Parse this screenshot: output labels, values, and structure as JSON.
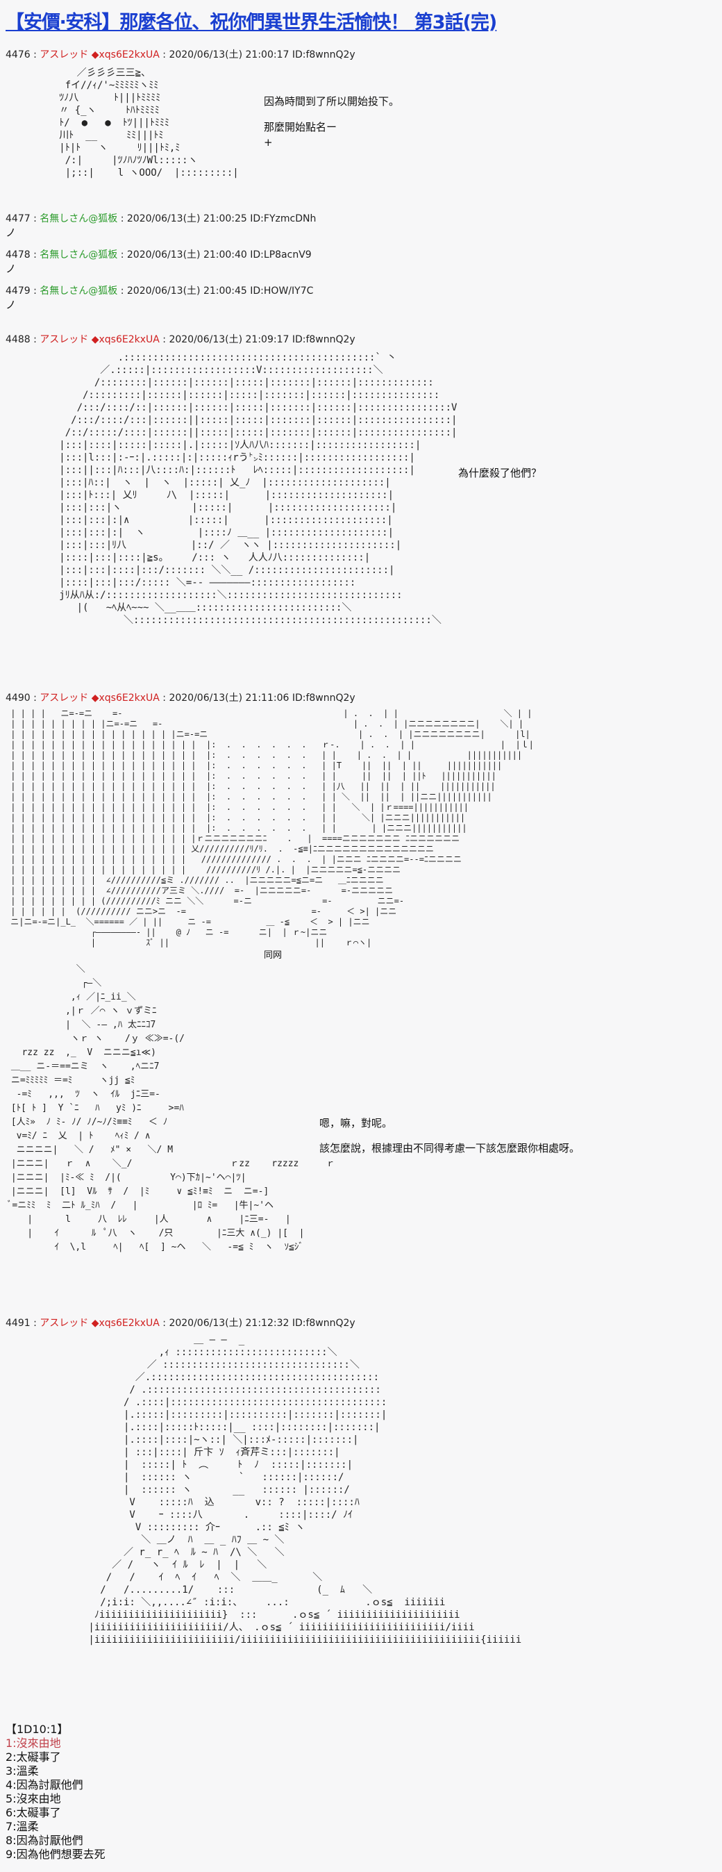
{
  "title": "【安價‧安科】那麼各位、祝你們異世界生活愉快！ 第3話(完)",
  "posts": [
    {
      "num": "4476",
      "sep": " : ",
      "name": "アスレッド",
      "trip": "◆xqs6E2kxUA",
      "meta": " : 2020/06/13(土) 21:00:17 ID:f8wnnQ2y"
    },
    {
      "num": "4477",
      "sep": " : ",
      "name": "名無しさん@狐板",
      "meta": " : 2020/06/13(土) 21:00:25 ID:FYzmcDNh",
      "body": "ノ"
    },
    {
      "num": "4478",
      "sep": " : ",
      "name": "名無しさん@狐板",
      "meta": " : 2020/06/13(土) 21:00:40 ID:LP8acnV9",
      "body": "ノ"
    },
    {
      "num": "4479",
      "sep": " : ",
      "name": "名無しさん@狐板",
      "meta": " : 2020/06/13(土) 21:00:45 ID:HOW/IY7C",
      "body": "ノ"
    },
    {
      "num": "4488",
      "sep": " : ",
      "name": "アスレッド",
      "trip": "◆xqs6E2kxUA",
      "meta": " : 2020/06/13(土) 21:09:17 ID:f8wnnQ2y"
    },
    {
      "num": "4490",
      "sep": " : ",
      "name": "アスレッド",
      "trip": "◆xqs6E2kxUA",
      "meta": " : 2020/06/13(土) 21:11:06 ID:f8wnnQ2y"
    },
    {
      "num": "4491",
      "sep": " : ",
      "name": "アスレッド",
      "trip": "◆xqs6E2kxUA",
      "meta": " : 2020/06/13(土) 21:12:32 ID:f8wnnQ2y"
    }
  ],
  "dialogue": {
    "d1": "因為時間到了所以開始投下。",
    "d2": "那麼開始點名ー",
    "d2b": "+",
    "d3": "為什麼殺了他們？",
    "d4": "同网",
    "d5": "嗯，嘛，對呢。",
    "d6": "該怎麼說，根據理由不同得考慮一下該怎麼跟你相處呀。"
  },
  "aa": {
    "a1": "      ／彡彡彡三三≧、\n    fイ//ｨ/'~ﾐﾐﾐﾐﾐヽﾐﾐ\n   ﾂﾉ八      ﾄ|||ﾄﾐﾐﾐﾐ\n   〃 {_ヽ     ﾄﾊﾄﾐﾐﾐﾐ\n   ﾄ/  ●   ●  ﾄﾂ|||ﾄﾐﾐﾐ\n   川ﾄ  __     ﾐﾐ|||ﾄﾐ\n   |ﾄ|ﾄ   ヽ     ﾘ|||ﾄﾐ,ﾐ\n    /:|     |ﾂﾉﾊﾉﾂﾉWl:::::ヽ\n    |;::|    l ヽOOO/  |:::::::::|",
    "a2": "             .:::::::::::::::::::::::::::::::::::::::::::` 丶\n          ／.:::::|::::::::::::::::::V:::::::::::::::::::＼\n         /::::::::|::::::|::::::|:::::|:::::::|::::::|:::::::::::::\n       /:::::::::|::::::|::::::|:::::|:::::::|::::::|:::::::::::::::\n      /:::/::::/::|::::::|::::::|:::::|:::::::|::::::|::::::::::::::::V\n     /:::/::::/:::|::::::||:::::|:::::|:::::::|::::::|::::::::::::::::|\n    /::/:::::/::::|::::::||:::::|:::::|:::::::|::::::|::::::::::::::::|\n   |:::|::::|:::::|:::::|.|:::::|ｿ人ﾊ八ﾊ:::::::|:::::::::::::::::|\n   |:::|l:::|:-ｰ:|.:::::|:|:::::ｨrう㌧ﾐ::::::|::::::::::::::::::|\n   |:::||:::|ﾊ:::|八::::ﾊ:|::::::ﾄ   ﾚﾍ:::::|:::::::::::::::::::|\n   |:::|ﾊ::|  ヽ  |  ヽ  |:::::| 乂_ﾉ  |::::::::::::::::::::|\n   |:::|ﾄ:::| 乂ﾘ     ﾉ\\  |:::::|      |::::::::::::::::::::|\n   |:::|:::|ヽ            |:::::|      |::::::::::::::::::::|\n   |:::|:::|:|∧          |:::::|      |::::::::::::::::::::|\n   |:::|:::|:|  ヽ         |::::ﾉ ＿__ |::::::::::::::::::::|\n   |:::|:::|ﾘ八           |::/ ／  ヽヽ |:::::::::::::::::::::|\n   |::::|:::|::::|≧s。    /::: ヽ   人人ﾉ八::::::::::::::|\n   |:::|:::|::::|:::/::::::: ＼＼__ /:::::::::::::::::::::::|\n   |::::|:::|:::/::::: ＼=-- ―――――――::::::::::::::::::\n   jﾘ从ﾊ从:/:::::::::::::::::::＼::::::::::::::::::::::::::::::\n      |(   ~ﾍ从ﾍ~~~ ＼__＿＿:::::::::::::::::::::::::＼\n              ＼:::::::::::::::::::::::::::::::::::::::::::::::::::＼",
    "a3": " | | | |   ニ=-=ニ    =-                                            | .  .  | |                     ＼ | |\n | | | | | | | | | |ニ=-=ニ   =-                                      | .  .  | |ニニニニニニニニ|    ＼| |\n | | | | | | | | | | | | | | | | |ニ=-=ニ                              | .  .  | |ニニニニニニニニ|      |l|\n | | | | | | | | | | | | | | | | | | |  |:  .  .  .  .  .  .   ｒ-.    | .  .  | |                 |  |ｌ|\n | | | | | | | | | | | | | | | | | | |  |:  .  .  .  .  .  .   | |    | .  .  | |           |||||||||||\n | | | | | | | | | | | | | | | | | | |  |:  .  .  .  .  .  .   | |T    ||  ||  | ||     |||||||||||\n | | | | | | | | | | | | | | | | | | |  |:  .  .  .  .  .  .   | |     ||  ||  | ||ﾄ   |||||||||||\n | | | | | | | | | | | | | | | | | | |  |:  .  .  .  .  .  .   | |八   ||  ||  | ||    |||||||||||\n | | | | | | | | | | | | | | | | | | |  |:  .  .  .  .  .  .   | | ＼  ||  ||  | ||ニニ|||||||||||\n | | | | | | | | | | | | | | | | | | |  |:  .  .  .  .  .  .   | |   ＼  | |ｒ====|||||||||||\n | | | | | | | | | | | | | | | | | | |  |:  .  .  .  .  .  .   | |     ＼| |ニニニ|||||||||||\n | | | | | | | | | | | | | | | | | | |  |:  .  .  .  .  .  .   | |       | |ニニニ|||||||||||\n | | | | | | | | | | | | | | | | | | |ｒニニニニニニニﾆ    .   |  ====ニニニニニニニ ﾆニニニニニニ\n | | | | | | | | | | | | | | | | | | 乂//////////ﾘ/ﾘ.  .  -≦≡|ﾆニニニニニニニニニニニニニニ\n | | | | | | | | | | | | | | | | | |   ////////////// .  .  .  | |ニニニ ﾆニニニニ=--=ﾆニニニニ\n | | | | | | | | | | | | | | | | | |    //////////ﾘ /.|. |  |ニニニニニ=≦-ニニニニ\n | | | | | | | | |  ∠//////////≦ミ ./////// ..  |ニニニニニ=≦ニ=ニ   ＿ﾆニニニニ\n | | | | | | | | |  ∠//////////ア三ミ ＼.////  =-  |ニニニニニ=-      =-ニニニニニ\n | | | | | | | | | (//////////ﾐ ニニ ＼＼      =-ニ              =-         ニニ=-\n | | | | | |  (////////// ニニ>ニ  -=                         =-     ＜ >| |ニニ\n ニ|ニ=-=ニ|_L_  ＼====== ／ | ||     ニ -=           ＿ -≦    ＜  > | |ニニ\n                 ┌――――――――‐ ||    @ ﾉ   ニ -=      ニ|  | ｒ~|ニニ\n                 |          ｽﾞ ||                             ||    ｒ⌒ヽ|",
    "a4": "             ＼\n              ┌―＼\n            ,ｨ ／|ﾆ_ii_＼\n           ,|ｒ ／⌒ ヽ ｖずミﾆ\n           |  ＼ ‐― ,ﾊ 太ﾆﾆｺ7\n            ヽｒ ヽ    /ｙ ≪≫=-(/\n   rzz zz  ,_  V  ニニニ≦ı≪)\n ＿__ ニ-＝==ニミ  ヽ    ,ﾍニﾆ7\n ニ=ﾐﾐﾐﾐﾐ ＝=ﾐ     ヽjj ≦ﾐ\n  -=ﾐ   ,,,  ﾂ  ヽ  ｲﾙ  jﾆ三=-\n [ﾄ[ ﾄ ]  Y `ﾆ   ﾊ   yﾐ )ﾆ     >=ﾊ\n [人ﾐ»  ﾉ ﾐ‐ ﾉ/ ﾉ/~ﾉ/ﾐ≡≡ﾐ   ＜ ﾉ\n  v=ﾐ/ ﾆ  乂  | ﾄ    ﾍｨﾐ / ∧\n  ニニニニ|   ＼ /   ﾒ\" ×   ＼/ M\n |ニニニ|   ｒ  ∧    ＼_/                  ｒzz    rzzzz     ｒ\n |ニニニ|  |ﾐ‐≪ ﾐ  /|(         Y⌒)下ｶ|~'ヘ⌒|ﾂ|\n |ニニニ|  [l]  Vﾙ  ｻ  /  |ﾐ     ∨ ≦ﾐ!≡ﾐ  ニ  ニ=-]\n ﾞ=ニﾐﾐ  ﾐ  二ﾄ ﾙ_ﾐﾊ  /   |          |ﾛ ﾐ=   |牛|~'ヘ\n    |      l     八  ﾚﾚ     |人       ∧     |ﾆ三=-   |\n    |    ｲ      ﾙ  ﾟ八  ヽ    /只        |ﾆ三大 ∧(_) |[  |\n         ｲ  \\,l     ﾍ|   ﾍ[  ] ~ヘ   ＼   -=≦ ﾐ  ヽ  ｿ≦ｼﾞ",
    "a5": "                          ＿ ― ―  _\n                    ,ｨ ::::::::::::::::::::::::::＼\n                  ／ ::::::::::::::::::::::::::::::::＼\n                ／.:::::::::::::::::::::::::::::::::::::::\n               / .::::::::::::::::::::::::::::::::::::::::\n              / .::::|:::::::::::::::::::::::::::::::::::::\n              |.:::::|:::::::::|::::::::::|:::::::|:::::::|\n              |.::::|:::::ﾄ:::::|__ ::::|::::::::|:::::::|\n              |.::::|::::|~ヽ::| ＼|:::ﾒ‐:::::|:::::::|\n              | :::|::::| 斤卞 ｿ  ｨ斉芹ミ:::|:::::::|\n              |  :::::| ﾄ  ︵     ﾄ  ﾉ  :::::|:::::::|\n              |  :::::: ヽ        `   ::::::|::::::/\n              |  :::::: ヽ       __   :::::: |::::::/\n               V    :::::ﾊ  込       v:: ?  :::::|::::ﾊ\n               V    ｰ ::::八       .     ::::|::::/ ﾉｲ\n                V ::::::::: 介ｰ      .:: ≦ﾐ ヽ\n                 ＼ ＿ノ  ﾊ  ＿ _ ﾊﾌ ＿ ~ ＼\n              ／ r_ r_ ﾍ  ﾙ ~ ﾊ  /\\ ＼   ＼\n            ／ /   ヽ  ｲ ﾙ  ﾚ  |  |   ＼\n           /   /    ｲ  ﾍ  ｲ   ﾍ  ＼  ＿＿_      ＼\n          /   /.........1/    :::              (_  ﾑ   ＼\n          /;i:i: ＼,,....∠″ :i:i:、    ...:             .ｏs≦  iiiiiii\n         ﾉiiiiiiiiiiiiiiiiiiiii}  :::      .ｏs≦ ´ iiiiiiiiiiiiiiiiiiiii\n        |iiiiiiiiiiiiiiiiiiiiii/人、 .ｏs≦ ´ iiiiiiiiiiiiiiiiiiiiiiiii/iiii\n        |iiiiiiiiiiiiiiiiiiiiiiii/iiiiiiiiiiiiiiiiiiiiiiiiiiiiiiiiiiiiiiiii{iiiiii"
  },
  "list": {
    "header": "【1D10:1】",
    "items": [
      "1:沒來由地",
      "2:太礙事了",
      "3:溫柔",
      "4:因為討厭他們",
      "5:沒來由地",
      "6:太礙事了",
      "7:溫柔",
      "8:因為討厭他們",
      "9:因為他們想要去死"
    ],
    "hit_index": 0
  },
  "colors": {
    "title": "#1a3fd0",
    "author": "#d02020",
    "anon": "#2a9a2a",
    "hit": "#c0404a",
    "bg": "#f7f7f8"
  }
}
